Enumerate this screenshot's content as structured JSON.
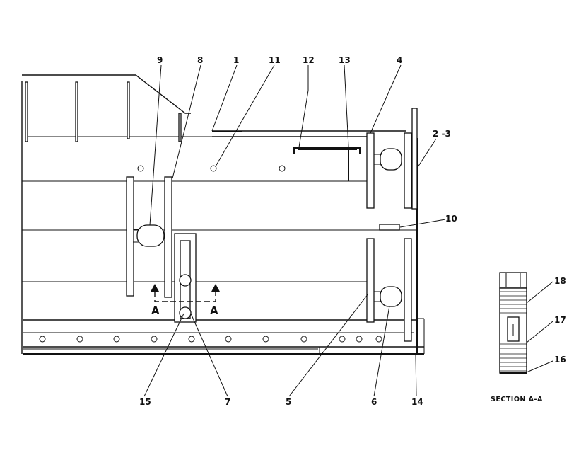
{
  "callouts": [
    {
      "id": "c9",
      "text": "9"
    },
    {
      "id": "c8",
      "text": "8"
    },
    {
      "id": "c1",
      "text": "1"
    },
    {
      "id": "c11",
      "text": "11"
    },
    {
      "id": "c12",
      "text": "12"
    },
    {
      "id": "c13",
      "text": "13"
    },
    {
      "id": "c4",
      "text": "4"
    },
    {
      "id": "c23",
      "text": "2 -3"
    },
    {
      "id": "c10",
      "text": "10"
    },
    {
      "id": "c15",
      "text": "15"
    },
    {
      "id": "c7",
      "text": "7"
    },
    {
      "id": "c5",
      "text": "5"
    },
    {
      "id": "c6",
      "text": "6"
    },
    {
      "id": "c14",
      "text": "14"
    },
    {
      "id": "c18",
      "text": "18"
    },
    {
      "id": "c17",
      "text": "17"
    },
    {
      "id": "c16",
      "text": "16"
    }
  ],
  "section_markers": {
    "left": "A",
    "right": "A"
  },
  "section_caption": "SECTION A-A"
}
